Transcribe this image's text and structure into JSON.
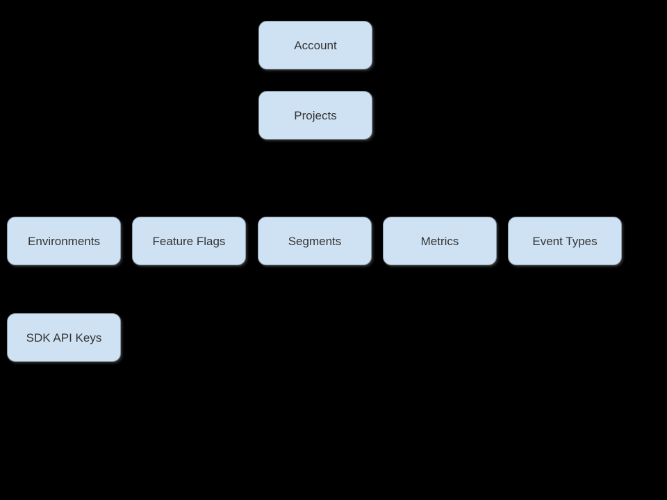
{
  "diagram": {
    "background_color": "#000000",
    "node_fill_color": "#cfe2f3",
    "node_border_color": "#8a9aa8",
    "node_text_color": "#333333",
    "nodes": {
      "account": {
        "label": "Account"
      },
      "projects": {
        "label": "Projects"
      },
      "environments": {
        "label": "Environments"
      },
      "feature_flags": {
        "label": "Feature Flags"
      },
      "segments": {
        "label": "Segments"
      },
      "metrics": {
        "label": "Metrics"
      },
      "event_types": {
        "label": "Event Types"
      },
      "sdk_api_keys": {
        "label": "SDK API Keys"
      }
    }
  }
}
